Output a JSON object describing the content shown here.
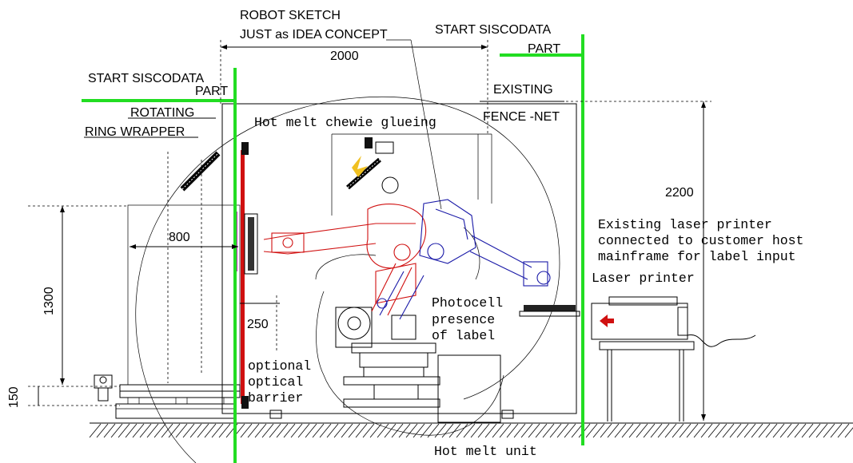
{
  "labels": {
    "robot_sketch_1": "ROBOT SKETCH",
    "robot_sketch_2": "JUST as IDEA CONCEPT",
    "start_part_right_1": "START SISCODATA",
    "start_part_right_2": "PART",
    "start_part_left_1": "START SISCODATA",
    "start_part_left_2": "PART",
    "existing_fence_1": "EXISTING",
    "existing_fence_2": "FENCE -NET",
    "rotating_1": "ROTATING",
    "rotating_2": "RING WRAPPER",
    "hot_melt_glueing": "Hot melt chewie glueing",
    "laser_info_1": "Existing laser printer",
    "laser_info_2": "connected to customer host",
    "laser_info_3": "mainframe for label input",
    "laser_printer": "Laser printer",
    "photocell_1": "Photocell",
    "photocell_2": "presence",
    "photocell_3": "of label",
    "optical_1": "optional",
    "optical_2": "optical",
    "optical_3": "barrier",
    "hot_melt_unit": "Hot melt unit"
  },
  "dimensions": {
    "width_2000": "2000",
    "height_2200": "2200",
    "depth_800": "800",
    "gap_250": "250",
    "height_1300": "1300",
    "height_150": "150"
  },
  "colors": {
    "boundary": "#22dd22",
    "robot_red": "#d01010",
    "robot_blue": "#1a1aa8",
    "barrier": "#d01010"
  }
}
